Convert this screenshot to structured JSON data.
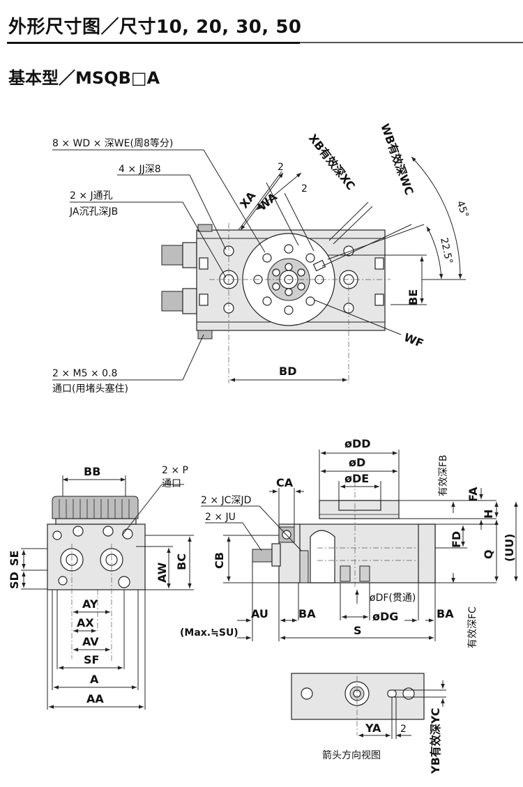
{
  "header": {
    "title": "外形尺寸图／尺寸10, 20, 30, 50",
    "section": "基本型／MSQB□A"
  },
  "top_view": {
    "callout_wd": "8 × WD × 深WE(周8等分)",
    "callout_jj": "4 × JJ深8",
    "callout_j": "2 × J通孔",
    "callout_ja": "JA沉孔深JB",
    "callout_m5": "2 × M5 × 0.8",
    "callout_m5_note": "通口(用堵头塞住)",
    "dim_xa": "XA",
    "dim_wa": "WA",
    "dim_2a": "2",
    "dim_2b": "2",
    "dim_xb": "XB有效深XC",
    "dim_wb": "WB有效深WC",
    "angle_45": "45°",
    "angle_225": "22.5°",
    "dim_be": "BE",
    "dim_wf": "WF",
    "dim_bd": "BD"
  },
  "side_view": {
    "dim_bb": "BB",
    "callout_p": "2 × P",
    "callout_p_note": "通口",
    "dim_sd": "SD",
    "dim_se": "SE",
    "dim_aw": "AW",
    "dim_bc": "BC",
    "dim_ay": "AY",
    "dim_ax": "AX",
    "dim_av": "AV",
    "dim_sf": "SF",
    "dim_a": "A",
    "dim_aa": "AA"
  },
  "front_view": {
    "dim_odd": "øDD",
    "dim_od": "øD",
    "dim_ode": "øDE",
    "dim_ca": "CA",
    "callout_jc": "2 × JC深JD",
    "callout_ju": "2 × JU",
    "dim_fb": "有效深FB",
    "dim_fa": "FA",
    "dim_h": "H",
    "dim_fd": "FD",
    "dim_q": "Q",
    "dim_uu": "(UU)",
    "dim_cb": "CB",
    "dim_odf": "øDF(贯通)",
    "dim_odg": "øDG",
    "dim_au": "AU",
    "dim_ba1": "BA",
    "dim_ba2": "BA",
    "dim_s": "S",
    "dim_max": "(Max.≒SU)",
    "dim_fc": "有效深FC"
  },
  "arrow_view": {
    "dim_ya": "YA",
    "dim_2": "2",
    "dim_yb": "YB有效深YC",
    "caption": "箭头方向视图"
  }
}
